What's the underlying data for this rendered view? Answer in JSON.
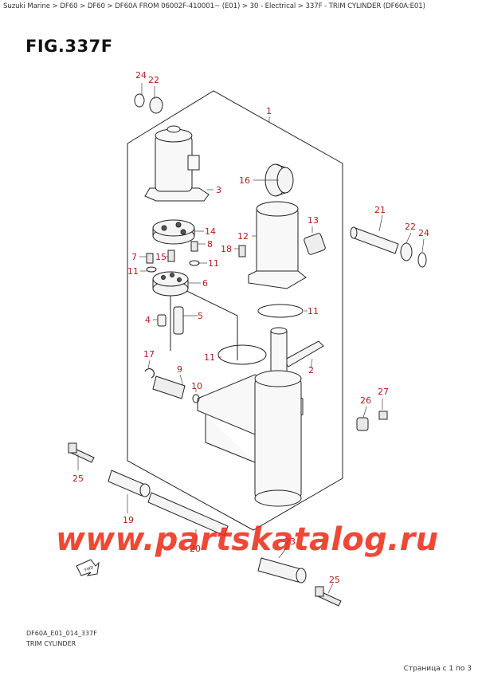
{
  "breadcrumb": "Suzuki Marine > DF60 > DF60 > DF60A FROM 06002F-410001~ (E01) > 30 - Electrical > 337F - TRIM CYLINDER (DF60A:E01)",
  "figure_title": "FIG.337F",
  "callouts": {
    "c1": "1",
    "c2": "2",
    "c3": "3",
    "c4": "4",
    "c5": "5",
    "c6": "6",
    "c7": "7",
    "c8": "8",
    "c9": "9",
    "c10": "10",
    "c11a": "11",
    "c11b": "11",
    "c11c": "11",
    "c11d": "11",
    "c12": "12",
    "c13": "13",
    "c14": "14",
    "c15": "15",
    "c16": "16",
    "c17": "17",
    "c18": "18",
    "c19": "19",
    "c20": "20",
    "c21": "21",
    "c22a": "22",
    "c22b": "22",
    "c23": "23",
    "c24a": "24",
    "c24b": "24",
    "c25a": "25",
    "c25b": "25",
    "c26": "26",
    "c27": "27"
  },
  "fwd_label": "FWD",
  "diagram_code": "DF60A_E01_014_337F",
  "diagram_name": "TRIM CYLINDER",
  "watermark": "www.partskatalog.ru",
  "page_counter": "Страница с 1 по 3",
  "colors": {
    "callout": "#b01c1c",
    "watermark": "#eb2814"
  }
}
